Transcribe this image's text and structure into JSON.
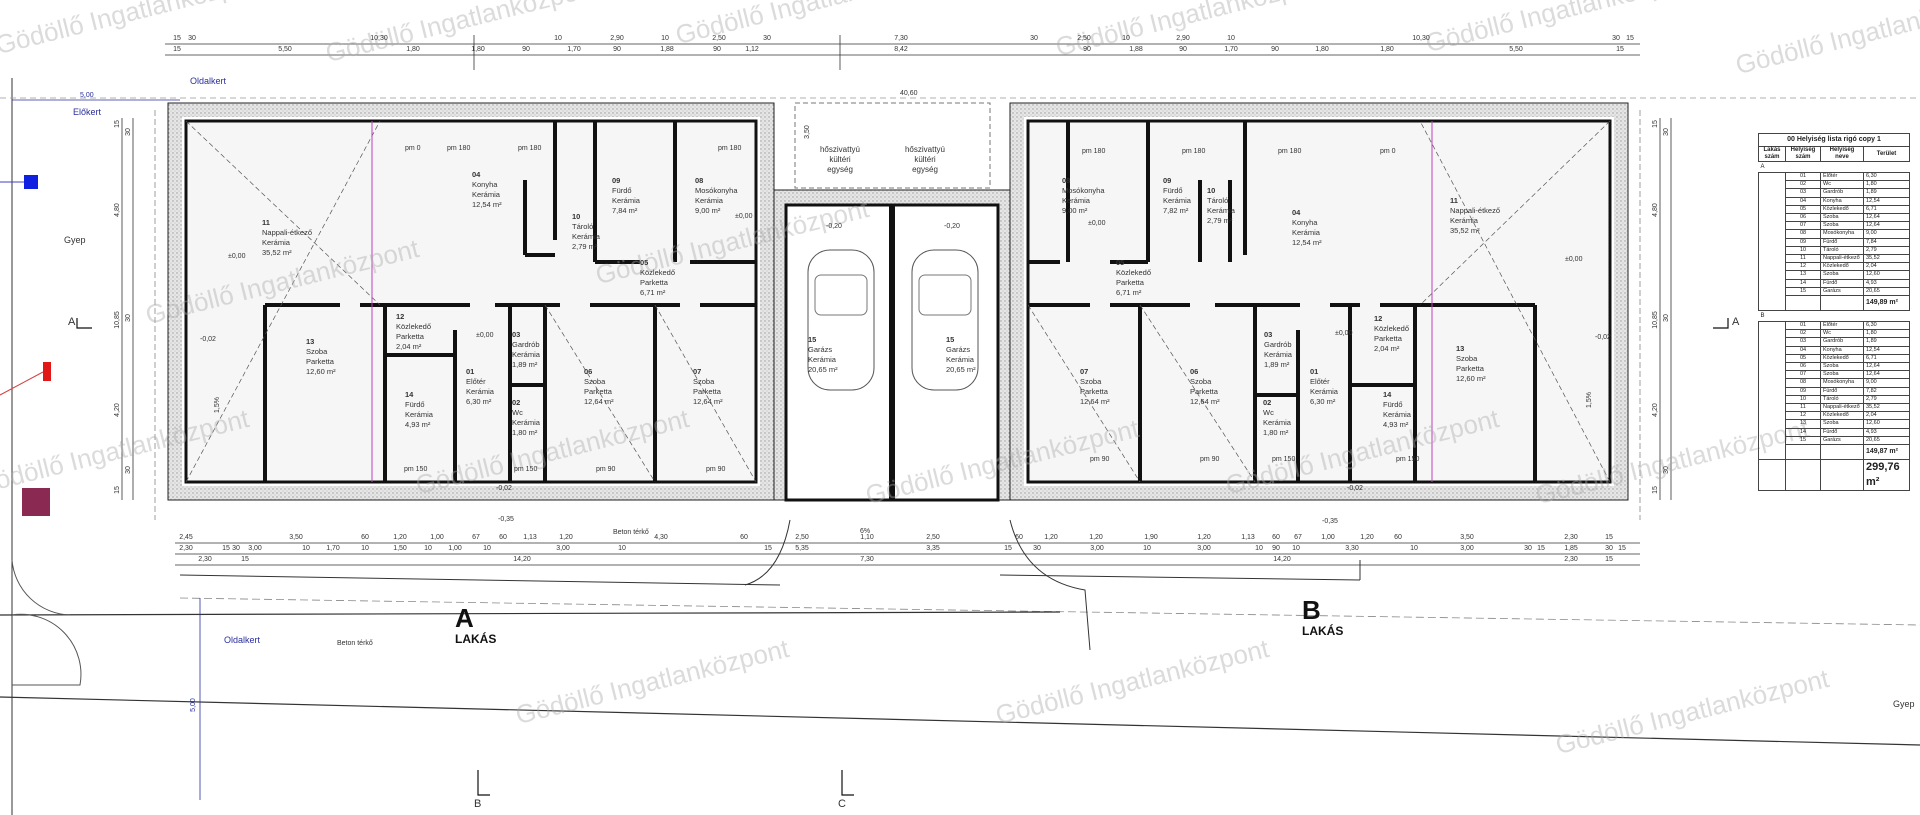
{
  "watermark": "Gödöllő Ingatlanközpont",
  "site": {
    "oldalkert_top": "Oldalkert",
    "elokert": "Előkert",
    "front_setback": "5,00",
    "gyep_left": "Gyep",
    "gyep_right": "Gyep",
    "oldalkert_bottom": "Oldalkert",
    "beton_terko_side": "Beton térkő",
    "beton_terko_front": "Beton térkő",
    "side_setback": "5,00",
    "total_length": "40,60",
    "pump_depth": "3,50",
    "slope_front": "6%",
    "slope_left": "1,5%",
    "slope_right": "1,5%"
  },
  "units": [
    {
      "letter": "A",
      "label": "LAKÁS"
    },
    {
      "letter": "B",
      "label": "LAKÁS"
    }
  ],
  "section_marks": [
    "A",
    "A",
    "B",
    "C"
  ],
  "heat_pumps": [
    {
      "l1": "hőszivattyú",
      "l2": "kültéri",
      "l3": "egység"
    },
    {
      "l1": "hőszivattyú",
      "l2": "kültéri",
      "l3": "egység"
    }
  ],
  "rooms_a": [
    {
      "no": "11",
      "name": "Nappali-étkező",
      "floor": "Kerámia",
      "area": "35,52 m²"
    },
    {
      "no": "04",
      "name": "Konyha",
      "floor": "Kerámia",
      "area": "12,54 m²"
    },
    {
      "no": "10",
      "name": "Tároló",
      "floor": "Kerámia",
      "area": "2,79 m²"
    },
    {
      "no": "09",
      "name": "Fürdő",
      "floor": "Kerámia",
      "area": "7,84 m²"
    },
    {
      "no": "08",
      "name": "Mosókonyha",
      "floor": "Kerámia",
      "area": "9,00 m²"
    },
    {
      "no": "05",
      "name": "Közlekedő",
      "floor": "Parketta",
      "area": "6,71 m²"
    },
    {
      "no": "12",
      "name": "Közlekedő",
      "floor": "Parketta",
      "area": "2,04 m²"
    },
    {
      "no": "13",
      "name": "Szoba",
      "floor": "Parketta",
      "area": "12,60 m²"
    },
    {
      "no": "14",
      "name": "Fürdő",
      "floor": "Kerámia",
      "area": "4,93 m²"
    },
    {
      "no": "01",
      "name": "Előtér",
      "floor": "Kerámia",
      "area": "6,30 m²"
    },
    {
      "no": "03",
      "name": "Gardrób",
      "floor": "Kerámia",
      "area": "1,89 m²"
    },
    {
      "no": "02",
      "name": "Wc",
      "floor": "Kerámia",
      "area": "1,80 m²"
    },
    {
      "no": "06",
      "name": "Szoba",
      "floor": "Parketta",
      "area": "12,64 m²"
    },
    {
      "no": "07",
      "name": "Szoba",
      "floor": "Parketta",
      "area": "12,64 m²"
    }
  ],
  "rooms_b": [
    {
      "no": "08",
      "name": "Mosókonyha",
      "floor": "Kerámia",
      "area": "9,00 m²"
    },
    {
      "no": "09",
      "name": "Fürdő",
      "floor": "Kerámia",
      "area": "7,82 m²"
    },
    {
      "no": "10",
      "name": "Tároló",
      "floor": "Kerámia",
      "area": "2,79 m²"
    },
    {
      "no": "04",
      "name": "Konyha",
      "floor": "Kerámia",
      "area": "12,54 m²"
    },
    {
      "no": "11",
      "name": "Nappali-étkező",
      "floor": "Kerámia",
      "area": "35,52 m²"
    },
    {
      "no": "05",
      "name": "Közlekedő",
      "floor": "Parketta",
      "area": "6,71 m²"
    },
    {
      "no": "03",
      "name": "Gardrób",
      "floor": "Kerámia",
      "area": "1,89 m²"
    },
    {
      "no": "12",
      "name": "Közlekedő",
      "floor": "Parketta",
      "area": "2,04 m²"
    },
    {
      "no": "13",
      "name": "Szoba",
      "floor": "Parketta",
      "area": "12,60 m²"
    },
    {
      "no": "07",
      "name": "Szoba",
      "floor": "Parketta",
      "area": "12,64 m²"
    },
    {
      "no": "06",
      "name": "Szoba",
      "floor": "Parketta",
      "area": "12,64 m²"
    },
    {
      "no": "01",
      "name": "Előtér",
      "floor": "Kerámia",
      "area": "6,30 m²"
    },
    {
      "no": "02",
      "name": "Wc",
      "floor": "Kerámia",
      "area": "1,80 m²"
    },
    {
      "no": "14",
      "name": "Fürdő",
      "floor": "Kerámia",
      "area": "4,93 m²"
    }
  ],
  "garages": [
    {
      "no": "15",
      "name": "Garázs",
      "floor": "Kerámia",
      "area": "20,65 m²"
    },
    {
      "no": "15",
      "name": "Garázs",
      "floor": "Kerámia",
      "area": "20,65 m²"
    }
  ],
  "annotations": [
    "pm 0",
    "pm 180",
    "pm 180",
    "pm 180",
    "±0,00",
    "±0,00",
    "-0,02",
    "±0,00",
    "pm 150",
    "pm 150",
    "pm 90",
    "pm 90",
    "-0,20",
    "-0,20",
    "-0,02",
    "-0,35",
    "pm 180",
    "pm 180",
    "pm 180",
    "pm 0",
    "±0,00",
    "±0,00",
    "±0,00",
    "-0,02",
    "pm 90",
    "pm 90",
    "pm 150",
    "pm 150",
    "-0,02",
    "-0,35"
  ],
  "dims": {
    "top_row1": [
      "15",
      "30",
      "10,30",
      "10",
      "2,90",
      "10",
      "2,50",
      "30",
      "7,30",
      "30",
      "2,50",
      "10",
      "2,90",
      "10",
      "10,30",
      "30",
      "15"
    ],
    "top_row2": [
      "15",
      "5,50",
      "1,80",
      "1,80",
      "90",
      "1,70",
      "90",
      "1,88",
      "90",
      "1,12",
      "8,42",
      "90",
      "1,88",
      "90",
      "1,70",
      "90",
      "1,80",
      "1,80",
      "5,50",
      "15"
    ],
    "bottom_row1": [
      "2,45",
      "3,50",
      "60",
      "1,20",
      "1,00",
      "67",
      "60",
      "1,13",
      "1,20",
      "4,30",
      "60",
      "2,50",
      "1,10",
      "2,50",
      "60",
      "1,20",
      "1,20",
      "1,90",
      "1,20",
      "1,13",
      "60",
      "67",
      "1,00",
      "1,20",
      "60",
      "3,50",
      "2,30",
      "15"
    ],
    "bottom_row2": [
      "2,30",
      "15",
      "30",
      "3,00",
      "10",
      "1,70",
      "10",
      "1,50",
      "10",
      "1,00",
      "10",
      "3,00",
      "10",
      "15",
      "5,35",
      "3,35",
      "15",
      "30",
      "3,00",
      "10",
      "3,00",
      "10",
      "90",
      "10",
      "3,30",
      "10",
      "3,00",
      "30",
      "15",
      "1,85",
      "30",
      "15"
    ],
    "bottom_row3": [
      "2,30",
      "15",
      "14,20",
      "7,30",
      "14,20",
      "2,30",
      "15"
    ],
    "left_vertical": [
      "15",
      "30",
      "4,80",
      "10,85",
      "30",
      "4,20",
      "30",
      "15"
    ],
    "right_vertical": [
      "15",
      "30",
      "4,80",
      "10,85",
      "30",
      "4,20",
      "30",
      "15"
    ]
  },
  "room_schedule": {
    "title": "00 Helyiség lista rigó copy 1",
    "headers": {
      "unit": "Lakás szám",
      "no": "Helyiség szám",
      "name": "Helyiség neve",
      "area": "Terület"
    },
    "groups": [
      {
        "name": "A",
        "subtotal": "149,89 m²",
        "rows": [
          [
            "01",
            "Előtér",
            "6,30"
          ],
          [
            "02",
            "Wc",
            "1,80"
          ],
          [
            "03",
            "Gardrób",
            "1,89"
          ],
          [
            "04",
            "Konyha",
            "12,54"
          ],
          [
            "05",
            "Közlekedő",
            "6,71"
          ],
          [
            "06",
            "Szoba",
            "12,64"
          ],
          [
            "07",
            "Szoba",
            "12,64"
          ],
          [
            "08",
            "Mosókonyha",
            "9,00"
          ],
          [
            "09",
            "Fürdő",
            "7,84"
          ],
          [
            "10",
            "Tároló",
            "2,79"
          ],
          [
            "11",
            "Nappali-étkező",
            "35,52"
          ],
          [
            "12",
            "Közlekedő",
            "2,04"
          ],
          [
            "13",
            "Szoba",
            "12,60"
          ],
          [
            "14",
            "Fürdő",
            "4,93"
          ],
          [
            "15",
            "Garázs",
            "20,65"
          ]
        ]
      },
      {
        "name": "B",
        "subtotal": "149,87 m²",
        "rows": [
          [
            "01",
            "Előtér",
            "6,30"
          ],
          [
            "02",
            "Wc",
            "1,80"
          ],
          [
            "03",
            "Gardrób",
            "1,89"
          ],
          [
            "04",
            "Konyha",
            "12,54"
          ],
          [
            "05",
            "Közlekedő",
            "6,71"
          ],
          [
            "06",
            "Szoba",
            "12,64"
          ],
          [
            "07",
            "Szoba",
            "12,64"
          ],
          [
            "08",
            "Mosókonyha",
            "9,00"
          ],
          [
            "09",
            "Fürdő",
            "7,82"
          ],
          [
            "10",
            "Tároló",
            "2,79"
          ],
          [
            "11",
            "Nappali-étkező",
            "35,52"
          ],
          [
            "12",
            "Közlekedő",
            "2,04"
          ],
          [
            "13",
            "Szoba",
            "12,60"
          ],
          [
            "14",
            "Fürdő",
            "4,93"
          ],
          [
            "15",
            "Garázs",
            "20,65"
          ]
        ]
      }
    ],
    "total": "299,76 m²"
  },
  "colors": {
    "wall": "#1a1a1a",
    "insulation": "#d8d8d8",
    "dim_line": "#333333",
    "purple_dim": "#c040c0",
    "site_text": "#2a2f9c",
    "water_meter": "#1020e0",
    "electric_box": "#e01818",
    "gas_box": "#8a2a52"
  }
}
